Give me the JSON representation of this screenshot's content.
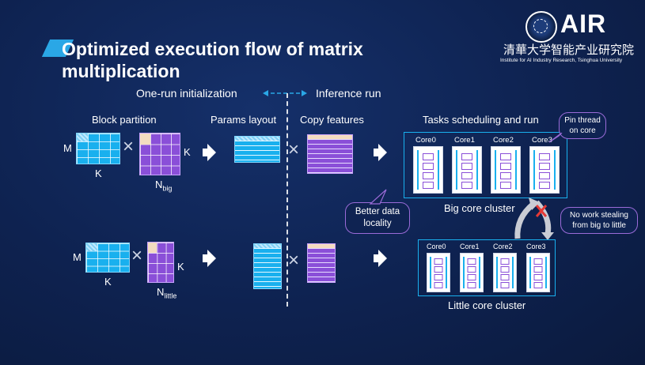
{
  "title": {
    "line1": "Optimized execution flow of matrix",
    "line2": "multiplication"
  },
  "logo": {
    "mark": "AIR",
    "cn": "清華大学智能产业研究院",
    "en": "Institute for AI Industry Research, Tsinghua University"
  },
  "phases": {
    "left": "One-run initialization",
    "right": "Inference run"
  },
  "columns": {
    "block_partition": "Block partition",
    "params_layout": "Params layout",
    "copy_features": "Copy features",
    "tasks": "Tasks scheduling and run"
  },
  "matrix_labels": {
    "m": "M",
    "k": "K",
    "n": "N",
    "big_sub": "big",
    "little_sub": "little",
    "times": "×"
  },
  "clusters": {
    "big": {
      "label": "Big core cluster",
      "cores": [
        "Core0",
        "Core1",
        "Core2",
        "Core3"
      ]
    },
    "little": {
      "label": "Little core cluster",
      "cores": [
        "Core0",
        "Core1",
        "Core2",
        "Core3"
      ]
    }
  },
  "callouts": {
    "pin": [
      "Pin thread",
      "on core"
    ],
    "locality": [
      "Better data",
      "locality"
    ],
    "no_steal": [
      "No work stealing",
      "from big to little"
    ]
  },
  "colors": {
    "accent_blue": "#19b0ee",
    "accent_purple": "#8a4fd8",
    "background": "#0e2250",
    "cross": "#e53935"
  }
}
